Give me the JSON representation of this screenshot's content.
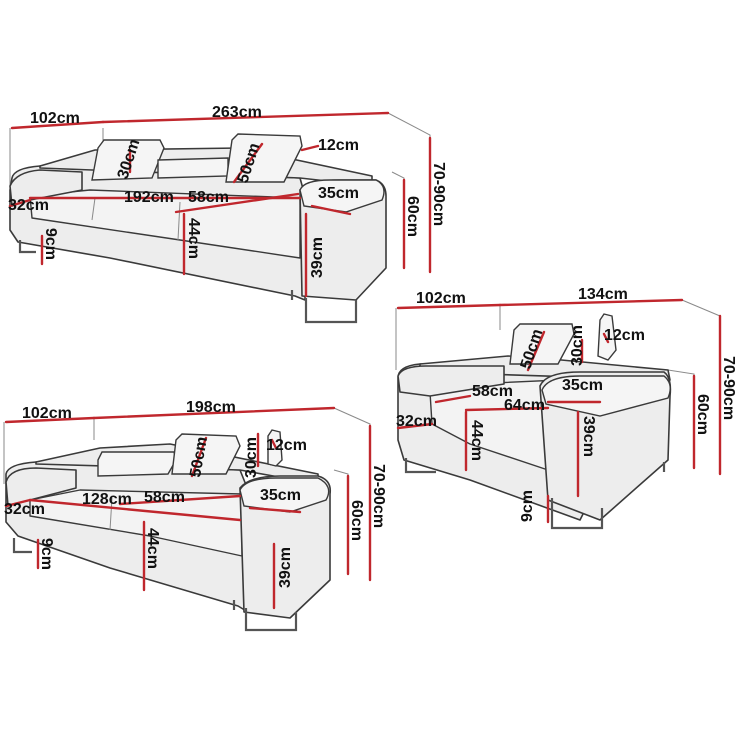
{
  "colors": {
    "dimension_line": "#c0272d",
    "outline": "#3a3a3a",
    "fill": "#ededed",
    "text": "#111111"
  },
  "sofa3": {
    "depth": "102cm",
    "width": "263cm",
    "headrest_height": "30cm",
    "headrest_width": "50cm",
    "headrest_depth": "12cm",
    "armrest_width": "35cm",
    "armrest_height_left": "32cm",
    "seat_width": "192cm",
    "seat_depth": "58cm",
    "seat_height": "44cm",
    "arm_height": "39cm",
    "back_height": "60cm",
    "total_height": "70-90cm",
    "leg_height": "9cm"
  },
  "sofa2": {
    "depth": "102cm",
    "width": "198cm",
    "headrest_height": "30cm",
    "headrest_width": "50cm",
    "headrest_depth": "12cm",
    "armrest_width": "35cm",
    "armrest_height_left": "32cm",
    "seat_width": "128cm",
    "seat_depth": "58cm",
    "seat_height": "44cm",
    "arm_height": "39cm",
    "back_height": "60cm",
    "total_height": "70-90cm",
    "leg_height": "9cm"
  },
  "armchair": {
    "depth": "102cm",
    "width": "134cm",
    "headrest_height": "30cm",
    "headrest_width": "50cm",
    "headrest_depth": "12cm",
    "armrest_width": "35cm",
    "armrest_height_left": "32cm",
    "seat_width": "64cm",
    "seat_depth": "58cm",
    "seat_height": "44cm",
    "arm_height": "39cm",
    "back_height": "60cm",
    "total_height": "70-90cm",
    "leg_height": "9cm"
  }
}
